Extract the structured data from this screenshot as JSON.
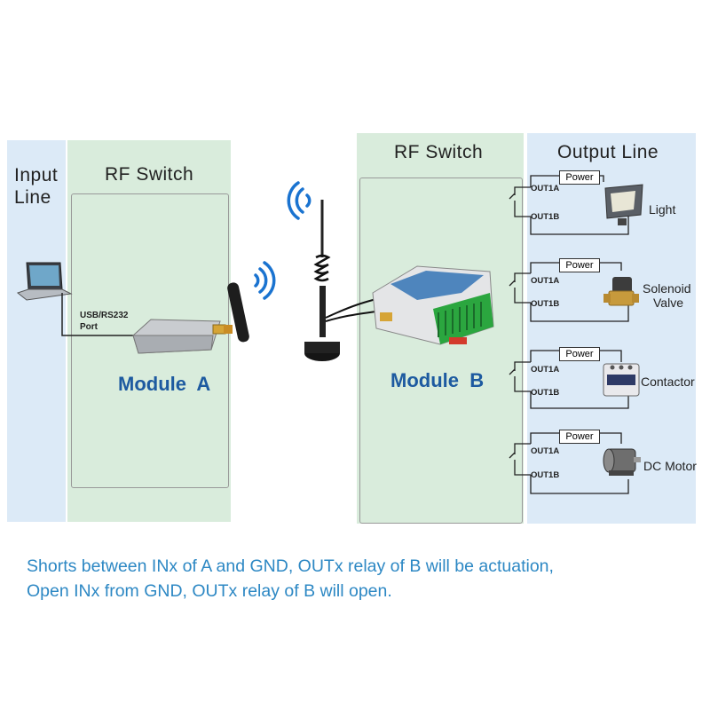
{
  "input_line": {
    "title": [
      "Input",
      "Line"
    ]
  },
  "module_a": {
    "panel_title": "RF Switch",
    "name": "Module  A",
    "port_label": [
      "USB/RS232",
      "Port"
    ]
  },
  "module_b": {
    "panel_title": "RF Switch",
    "name": "Module  B"
  },
  "output_line": {
    "panel_title": "Output Line",
    "groups": [
      {
        "power": "Power",
        "out1": "OUT1A",
        "out2": "OUT1B",
        "device": [
          "Light"
        ],
        "icon": "floodlight-icon"
      },
      {
        "power": "Power",
        "out1": "OUT1A",
        "out2": "OUT1B",
        "device": [
          "Solenoid",
          "Valve"
        ],
        "icon": "solenoid-valve-icon"
      },
      {
        "power": "Power",
        "out1": "OUT1A",
        "out2": "OUT1B",
        "device": [
          "Contactor"
        ],
        "icon": "contactor-icon"
      },
      {
        "power": "Power",
        "out1": "OUT1A",
        "out2": "OUT1B",
        "device": [
          "DC Motor"
        ],
        "icon": "dc-motor-icon"
      }
    ]
  },
  "caption": [
    "Shorts between INx of A and GND, OUTx relay of B will be actuation,",
    "Open INx from GND, OUTx relay of B will open."
  ],
  "colors": {
    "input_panel": "#dceaf7",
    "rf_panel": "#d9ecdc",
    "output_panel": "#dceaf7",
    "module_label": "#1d5aa0",
    "caption": "#2d88c4",
    "signal": "#1a73d0"
  }
}
